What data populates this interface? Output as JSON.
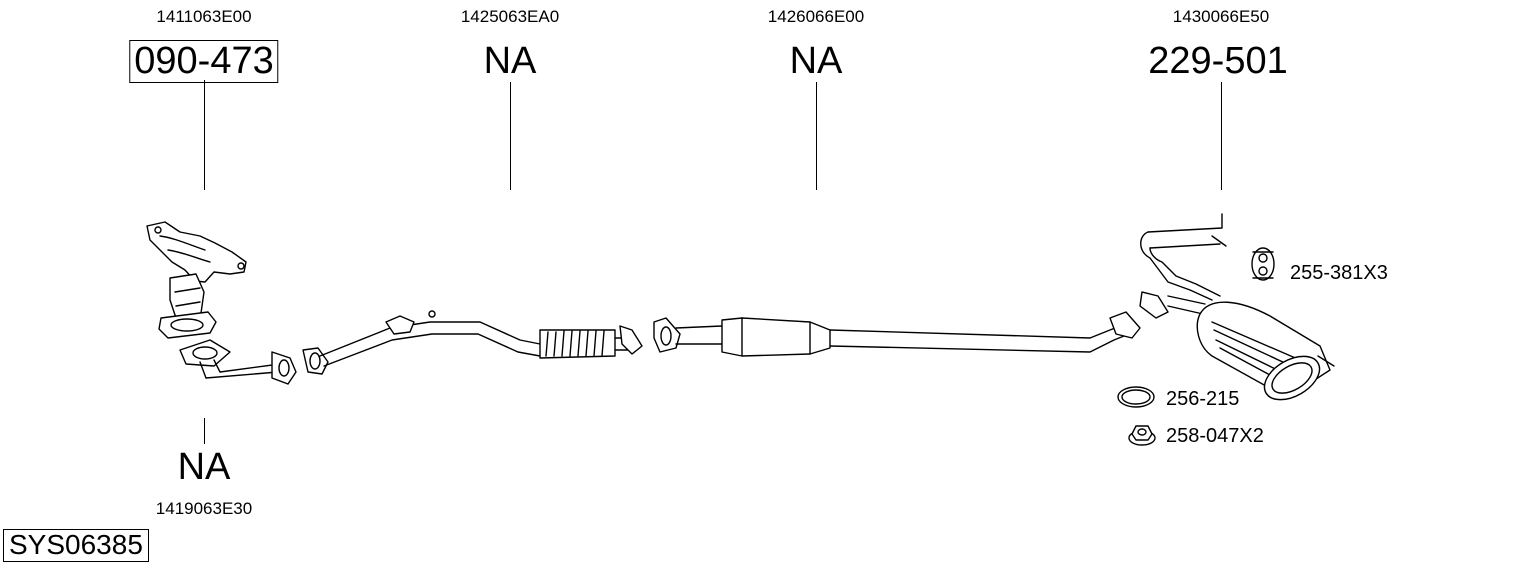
{
  "parts": {
    "manifold": {
      "oem": "1411063E00",
      "number": "090-473"
    },
    "front_pipe": {
      "oem": "1425063EA0",
      "number": "NA"
    },
    "centre_pipe": {
      "oem": "1426066E00",
      "number": "NA"
    },
    "rear_silencer": {
      "oem": "1430066E50",
      "number": "229-501"
    },
    "lower_pipe": {
      "oem": "1419063E30",
      "number": "NA"
    }
  },
  "accessories": {
    "hanger": "255-381X3",
    "gasket": "256-215",
    "nut": "258-047X2"
  },
  "system_code": "SYS06385"
}
